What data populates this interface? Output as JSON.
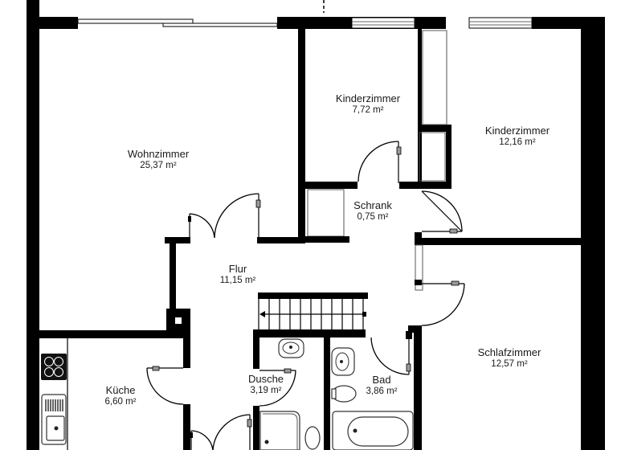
{
  "floor_plan": {
    "colors": {
      "wall": "#000000",
      "background": "#ffffff",
      "fixture_stroke": "#333333"
    },
    "rooms": [
      {
        "id": "wohnzimmer",
        "name": "Wohnzimmer",
        "area": "25,37 m²"
      },
      {
        "id": "kinderzimmer-1",
        "name": "Kinderzimmer",
        "area": "7,72 m²"
      },
      {
        "id": "kinderzimmer-2",
        "name": "Kinderzimmer",
        "area": "12,16 m²"
      },
      {
        "id": "schrank",
        "name": "Schrank",
        "area": "0,75 m²"
      },
      {
        "id": "flur",
        "name": "Flur",
        "area": "11,15 m²"
      },
      {
        "id": "kueche",
        "name": "Küche",
        "area": "6,60 m²"
      },
      {
        "id": "dusche",
        "name": "Dusche",
        "area": "3,19 m²"
      },
      {
        "id": "bad",
        "name": "Bad",
        "area": "3,86 m²"
      },
      {
        "id": "schlafzimmer",
        "name": "Schlafzimmer",
        "area": "12,57 m²"
      }
    ],
    "fixtures": [
      "stove-icon",
      "kitchen-sink-icon",
      "washbasin-icon",
      "toilet-icon",
      "bathtub-icon",
      "shower-tray-icon",
      "staircase-icon"
    ]
  }
}
